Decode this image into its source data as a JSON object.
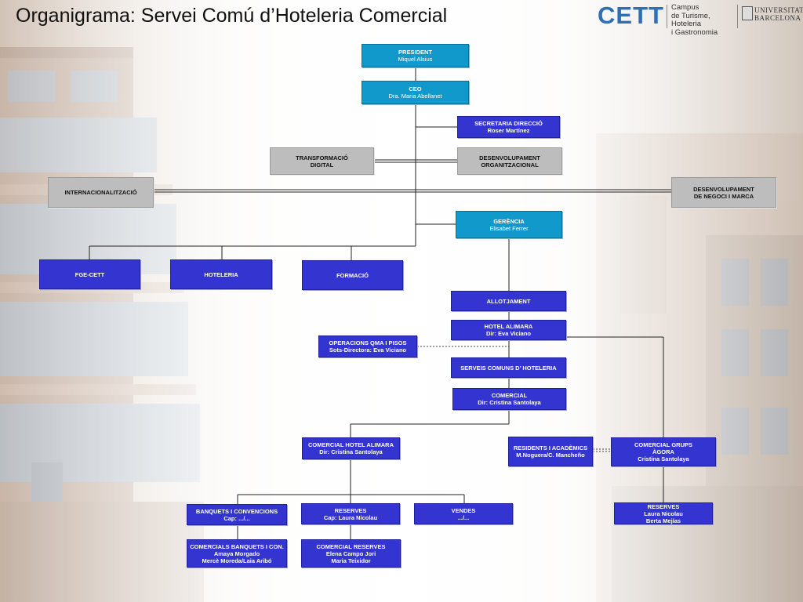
{
  "title": "Organigrama: Servei Comú d’Hoteleria Comercial",
  "logo": {
    "cett": "CETT",
    "campus_lines": [
      "Campus",
      "de Turisme, Hoteleria",
      "i Gastronomia"
    ],
    "ub_lines": [
      "UNIVERSITAT DE",
      "BARCELONA"
    ]
  },
  "nodes": {
    "president": {
      "title": "PRESIDENT",
      "sub": "Miquel Alsius"
    },
    "ceo": {
      "title": "CEO",
      "sub": "Dra. Maria Abellanet"
    },
    "secretaria": {
      "title": "SECRETARIA DIRECCIÓ",
      "sub": "Roser Martínez"
    },
    "transformacio": {
      "title": "TRANSFORMACIÓ",
      "sub": "DIGITAL"
    },
    "desenv_org": {
      "title": "DESENVOLUPAMENT",
      "sub": "ORGANITZACIONAL"
    },
    "internacional": {
      "title": "INTERNACIONALITZACIÓ"
    },
    "desenv_negoci": {
      "title": "DESENVOLUPAMENT",
      "sub": "DE NEGOCI I MARCA"
    },
    "gerencia": {
      "title": "GERÈNCIA",
      "sub": "Elisabet Ferrer"
    },
    "fge": {
      "title": "FGE-CETT"
    },
    "hoteleria": {
      "title": "HOTELERIA"
    },
    "formacio": {
      "title": "FORMACIÓ"
    },
    "allotjament": {
      "title": "ALLOTJAMENT"
    },
    "hotel_alimara": {
      "title": "HOTEL ALIMARA",
      "sub": "Dir: Eva Viciano"
    },
    "operacions": {
      "title": "OPERACIONS QMA I PISOS",
      "sub": "Sots-Directora: Eva Viciano"
    },
    "serveis_comuns": {
      "title": "SERVEIS COMUNS D’ HOTELERIA"
    },
    "comercial": {
      "title": "COMERCIAL",
      "sub": "Dir: Cristina Santolaya"
    },
    "comercial_hotel": {
      "title": "COMERCIAL HOTEL ALIMARA",
      "sub": "Dir: Cristina Santolaya"
    },
    "residents": {
      "title": "RESIDENTS I ACADÈMICS",
      "sub": "M.Noguera/C. Mancheño"
    },
    "comercial_grups": {
      "title": "COMERCIAL GRUPS",
      "sub": "ÀGORA",
      "sub2": "Cristina Santolaya"
    },
    "banquets": {
      "title": "BANQUETS I CONVENCIONS",
      "sub": "Cap: .../..."
    },
    "reserves1": {
      "title": "RESERVES",
      "sub": "Cap: Laura Nicolau"
    },
    "vendes": {
      "title": "VENDES",
      "sub": ".../..."
    },
    "reserves2": {
      "title": "RESERVES",
      "sub": "Laura Nicolau",
      "sub2": "Berta Mejías"
    },
    "comercials_banquets": {
      "title": "COMERCIALS BANQUETS I CON.",
      "sub": "Amaya Morgado",
      "sub2": "Mercè Moreda/Laia Aribó"
    },
    "comercial_reserves": {
      "title": "COMERCIAL RESERVES",
      "sub": "Elena Campo Jori",
      "sub2": "Maria Teixidor"
    }
  }
}
